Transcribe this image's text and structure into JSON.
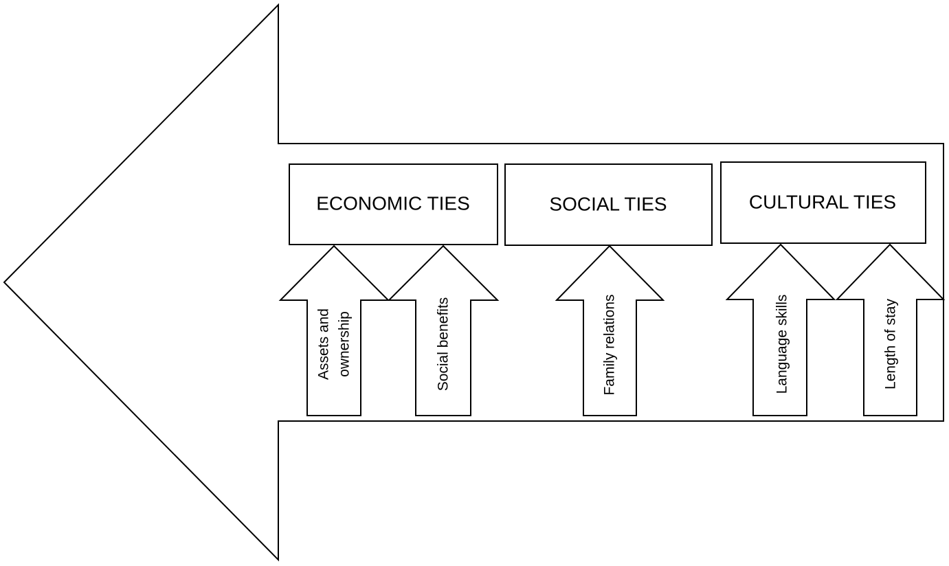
{
  "diagram": {
    "categories": [
      {
        "label": "ECONOMIC TIES",
        "factors": [
          "Assets and ownership",
          "Social benefits"
        ]
      },
      {
        "label": "SOCIAL TIES",
        "factors": [
          "Family relations"
        ]
      },
      {
        "label": "CULTURAL TIES",
        "factors": [
          "Language skills",
          "Length of stay"
        ]
      }
    ],
    "factors": {
      "assets_line1": "Assets and",
      "assets_line2": "ownership",
      "social_benefits": "Social benefits",
      "family_relations": "Family relations",
      "language_skills": "Language skills",
      "length_of_stay": "Length of stay"
    },
    "colors": {
      "stroke": "#000000",
      "fill": "#ffffff"
    }
  }
}
